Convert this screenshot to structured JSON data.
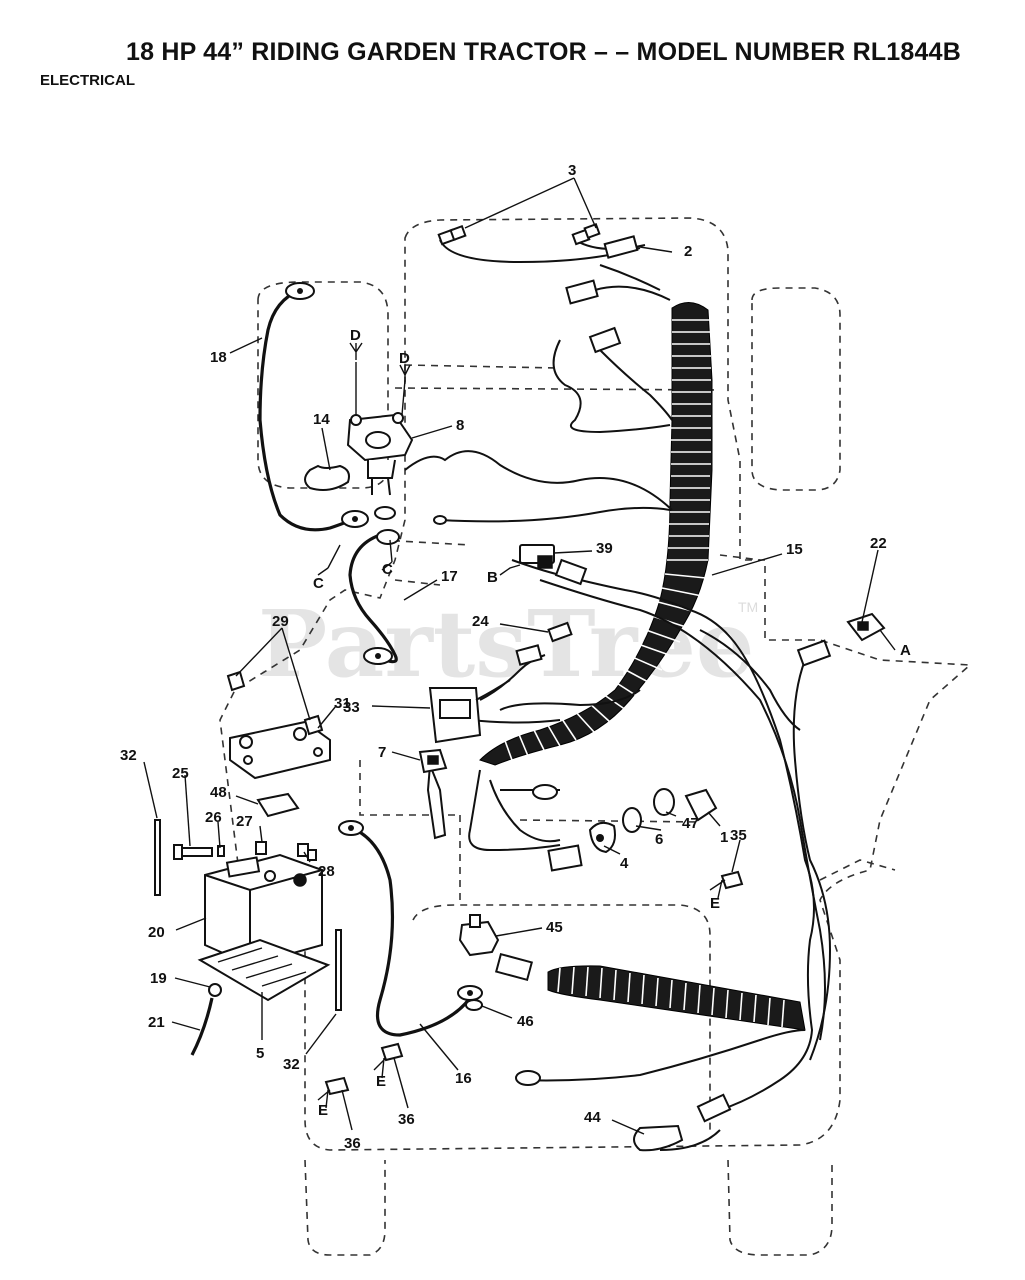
{
  "header": {
    "title": "18 HP 44” RIDING GARDEN TRACTOR – – MODEL NUMBER RL1844B",
    "subtitle": "ELECTRICAL"
  },
  "watermark": {
    "text": "PartsTree",
    "trademark": "TM"
  },
  "callouts": [
    {
      "id": "1"
    },
    {
      "id": "2"
    },
    {
      "id": "3"
    },
    {
      "id": "4"
    },
    {
      "id": "5"
    },
    {
      "id": "6"
    },
    {
      "id": "7"
    },
    {
      "id": "8"
    },
    {
      "id": "14"
    },
    {
      "id": "15"
    },
    {
      "id": "16"
    },
    {
      "id": "17"
    },
    {
      "id": "18"
    },
    {
      "id": "19"
    },
    {
      "id": "20"
    },
    {
      "id": "21"
    },
    {
      "id": "22"
    },
    {
      "id": "24"
    },
    {
      "id": "25"
    },
    {
      "id": "26"
    },
    {
      "id": "27"
    },
    {
      "id": "28"
    },
    {
      "id": "29"
    },
    {
      "id": "31"
    },
    {
      "id": "32"
    },
    {
      "id": "33"
    },
    {
      "id": "35"
    },
    {
      "id": "36"
    },
    {
      "id": "39"
    },
    {
      "id": "44"
    },
    {
      "id": "45"
    },
    {
      "id": "46"
    },
    {
      "id": "47"
    },
    {
      "id": "48"
    }
  ],
  "references": [
    "A",
    "B",
    "C",
    "D",
    "E"
  ]
}
